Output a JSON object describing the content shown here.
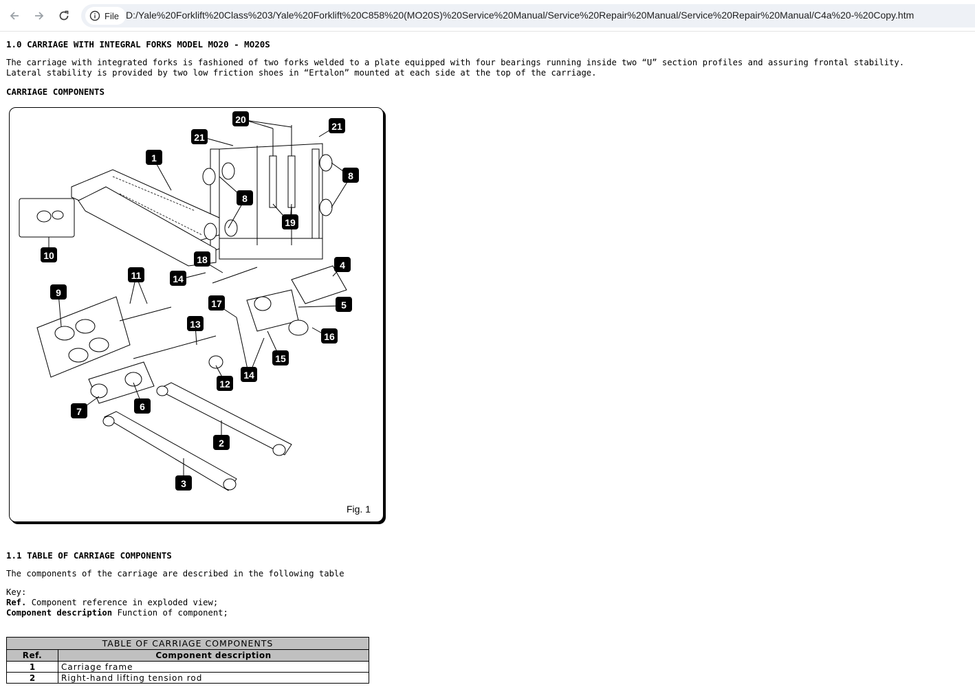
{
  "browser": {
    "back_icon": "arrow-left-icon",
    "forward_icon": "arrow-right-icon",
    "reload_icon": "reload-icon",
    "chip_label": "File",
    "url": "D:/Yale%20Forklift%20Class%203/Yale%20Forklift%20C858%20(MO20S)%20Service%20Manual/Service%20Repair%20Manual/Service%20Repair%20Manual/C4a%20-%20Copy.htm"
  },
  "doc": {
    "title": "1.0 CARRIAGE WITH INTEGRAL FORKS MODEL MO20 - MO20S",
    "intro_line1": "The carriage with integrated forks is fashioned of two forks welded to a plate equipped with four bearings running inside two “U” section profiles and assuring frontal stability.",
    "intro_line2": "Lateral stability is provided by two low friction shoes in “Ertalon” mounted at each side at the top of the carriage.",
    "components_heading": "CARRIAGE COMPONENTS",
    "figure": {
      "label": "Fig. 1",
      "callouts": [
        "20",
        "21",
        "21",
        "1",
        "8",
        "8",
        "19",
        "10",
        "18",
        "14",
        "4",
        "11",
        "9",
        "17",
        "5",
        "13",
        "16",
        "15",
        "14",
        "12",
        "6",
        "7",
        "2",
        "3"
      ]
    },
    "table_heading": "1.1 TABLE OF CARRIAGE COMPONENTS",
    "table_intro": "The components of the carriage are described in the following table",
    "key_label": "Key:",
    "key_ref_term": "Ref.",
    "key_ref_def": "Component reference in exploded view;",
    "key_desc_term": "Component description",
    "key_desc_def": "Function of component;",
    "table": {
      "caption": "TABLE OF CARRIAGE COMPONENTS",
      "col_ref": "Ref.",
      "col_desc": "Component description",
      "rows": [
        {
          "ref": "1",
          "desc": "Carriage frame"
        },
        {
          "ref": "2",
          "desc": "Right-hand lifting tension rod"
        }
      ]
    }
  }
}
